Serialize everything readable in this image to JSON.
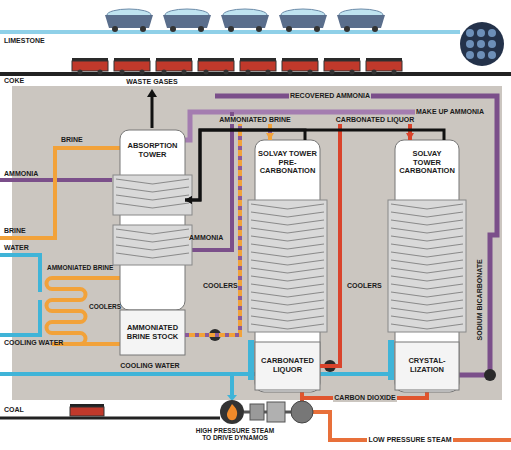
{
  "diagram": {
    "nodes": [
      {
        "text": [
          "ABSORPTION TOWER"
        ]
      },
      {
        "text": [
          "AMMONIATED BRINE STOCK"
        ]
      },
      {
        "text": [
          "SOLVAY TOWER",
          "PRE- CARBONATION"
        ]
      },
      {
        "text": [
          "CARBONATED LIQUOR"
        ],
        "in": 2
      },
      {
        "text": [
          "SOLVAY TOWER",
          "CARBONATION"
        ]
      },
      {
        "text": [
          "CRYSTAL- LIZATION"
        ],
        "in": 4
      }
    ],
    "edges": [
      {
        "from": 1,
        "to": 2,
        "arrow": "to",
        "label": "AMMONIATED BRINE"
      },
      {
        "from": 3,
        "to": 4,
        "arrow": "to",
        "label": "CARBONATED LIQUOR"
      },
      {
        "from": 4,
        "to": 0,
        "arrow": "to"
      },
      {
        "from": 2,
        "to": 0,
        "arrow": "to"
      }
    ],
    "labels": [
      "LIMESTONE",
      "COKE",
      "WASTE GASES",
      "RECOVERED AMMONIA",
      "MAKE UP AMMONIA",
      "BRINE",
      "AMMONIA",
      "BRINE",
      "WATER",
      "AMMONIATED BRINE",
      "AMMONIA",
      "COOLERS",
      "COOLERS",
      "COOLERS",
      "COOLING WATER",
      "COOLING WATER",
      "SODIUM BICARBONATE",
      "COAL",
      "HIGH PRESSURE STEAM TO DRIVE DYNAMOS",
      "CARBON DIOXIDE",
      "LOW PRESSURE STEAM"
    ]
  }
}
